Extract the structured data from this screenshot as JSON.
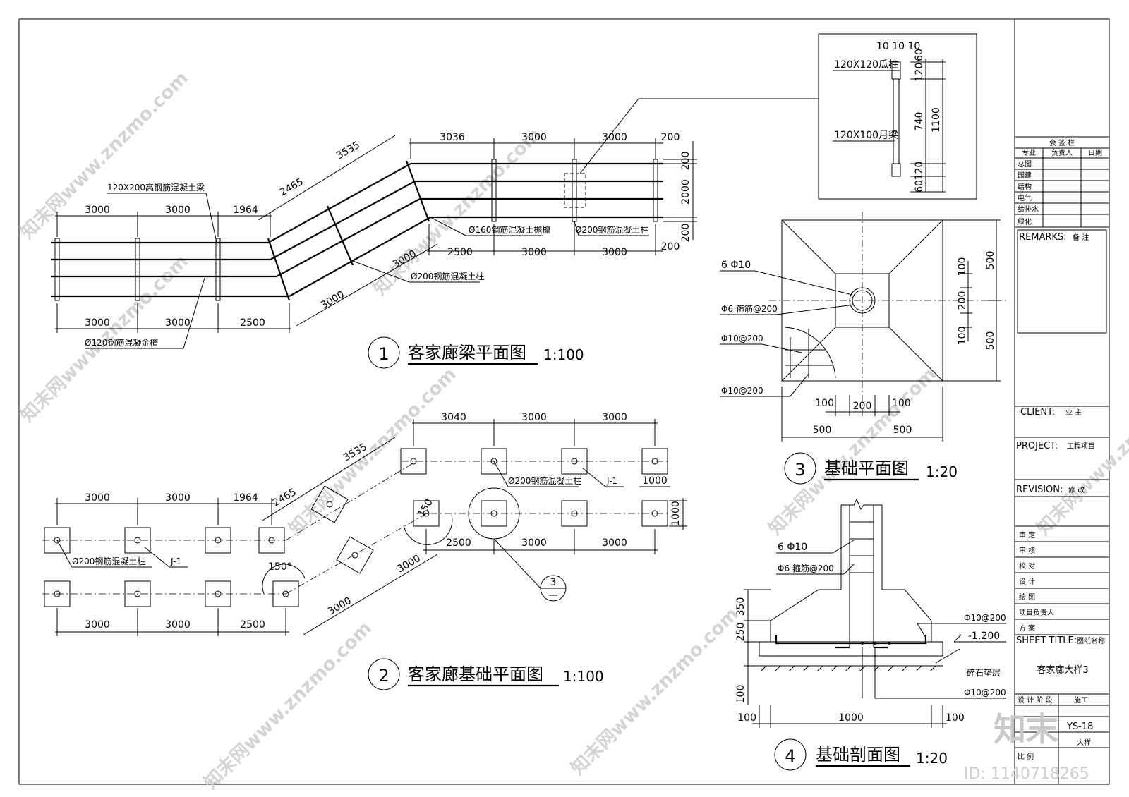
{
  "plan1": {
    "num": "1",
    "title": "客家廊梁平面图",
    "scale": "1:100",
    "dims_top_left": [
      "3000",
      "3000",
      "1964"
    ],
    "dims_bottom_left": [
      "3000",
      "3000",
      "2500"
    ],
    "dims_diag_upper": [
      "2465",
      "3535"
    ],
    "dims_diag_lower": [
      "3000",
      "3000"
    ],
    "dims_top_right": [
      "3036",
      "3000",
      "3000",
      "200"
    ],
    "dims_mid_right": [
      "2500",
      "3000",
      "3000"
    ],
    "dims_vertical": [
      "200",
      "2000",
      "200",
      "200"
    ],
    "label_beam": "120X200高钢筋混凝土梁",
    "label_purlin_pipe": "Ø120钢筋混凝金檀",
    "label_purlin": "Ø160钢筋混凝土檐檩",
    "label_column": "Ø200钢筋混凝土柱",
    "label_column_2": "Ø200钢筋混凝土柱"
  },
  "detail": {
    "top_dims": "10 10 10",
    "label_post": "120X120瓜柱",
    "label_beam": "120X100月梁",
    "dims": [
      "60",
      "120",
      "740",
      "120",
      "60",
      "1100"
    ]
  },
  "plan2": {
    "num": "2",
    "title": "客家廊基础平面图",
    "scale": "1:100",
    "dims_top_left": [
      "3000",
      "3000",
      "1964"
    ],
    "dims_bottom_left": [
      "3000",
      "3000",
      "2500"
    ],
    "dims_diag_upper": [
      "2465",
      "3535"
    ],
    "dims_diag_lower": [
      "3000",
      "3000"
    ],
    "dims_top_right": [
      "3040",
      "3000",
      "3000"
    ],
    "dims_bottom_right": [
      "2500",
      "3000",
      "3000"
    ],
    "dim_1000_h": "1000",
    "dim_1000_v": "1000",
    "angle_1": "150°",
    "angle_2": "150",
    "label_column": "Ø200钢筋混凝土柱",
    "label_column_2": "Ø200钢筋混凝土柱",
    "label_j1": "J-1",
    "label_j1_2": "J-1",
    "callout_num": "3",
    "callout_sub": "—"
  },
  "plan3": {
    "num": "3",
    "title": "基础平面图",
    "scale": "1:20",
    "label_bars": "6 Φ10",
    "label_stirrup": "Φ6 箍筋@200",
    "label_mesh1": "Φ10@200",
    "label_mesh2": "Φ10@200",
    "dims_right": [
      "100",
      "200",
      "100"
    ],
    "dims_right_outer": [
      "500",
      "500"
    ],
    "dims_bottom_inner": [
      "100",
      "200",
      "100"
    ],
    "dims_bottom_outer": [
      "500",
      "500"
    ]
  },
  "plan4": {
    "num": "4",
    "title": "基础剖面图",
    "scale": "1:20",
    "label_bars": "6 Φ10",
    "label_stirrup": "Φ6 箍筋@200",
    "label_mesh_top": "Φ10@200",
    "label_level": "-1.200",
    "label_gravel": "碎石垫层",
    "label_mesh_bottom": "Φ10@200",
    "dims_left": [
      "350",
      "250",
      "100"
    ],
    "dims_bottom": [
      "100",
      "1000",
      "100"
    ]
  },
  "title_block": {
    "sign_header": "会  签  栏",
    "sign_cols": [
      "专业",
      "负责人",
      "日期"
    ],
    "sign_rows": [
      "总图",
      "园建",
      "结构",
      "电气",
      "给排水",
      "绿化"
    ],
    "remarks_label": "REMARKS:",
    "remarks_value": "备 注",
    "client_label": "CLIENT:",
    "client_value": "业 主",
    "project_label": "PROJECT:",
    "project_value": "工程项目",
    "revision_label": "REVISION:",
    "revision_value": "修 改",
    "approvals": [
      "审    定",
      "审    核",
      "校    对",
      "设    计",
      "绘    图",
      "项目负责人",
      "方    案"
    ],
    "sheet_title_label": "SHEET TITLE:",
    "sheet_title_value": "图纸名称",
    "sheet_name": "客家廊大样3",
    "stage_label": "设 计 阶 段",
    "stage_value": "施工",
    "sheet_no": "YS-18",
    "kind_value": "大样",
    "ratio_label": "比    例"
  },
  "watermark": {
    "site": "知末网www.znzmo.com",
    "logo": "知末",
    "id": "ID: 1140718265"
  }
}
